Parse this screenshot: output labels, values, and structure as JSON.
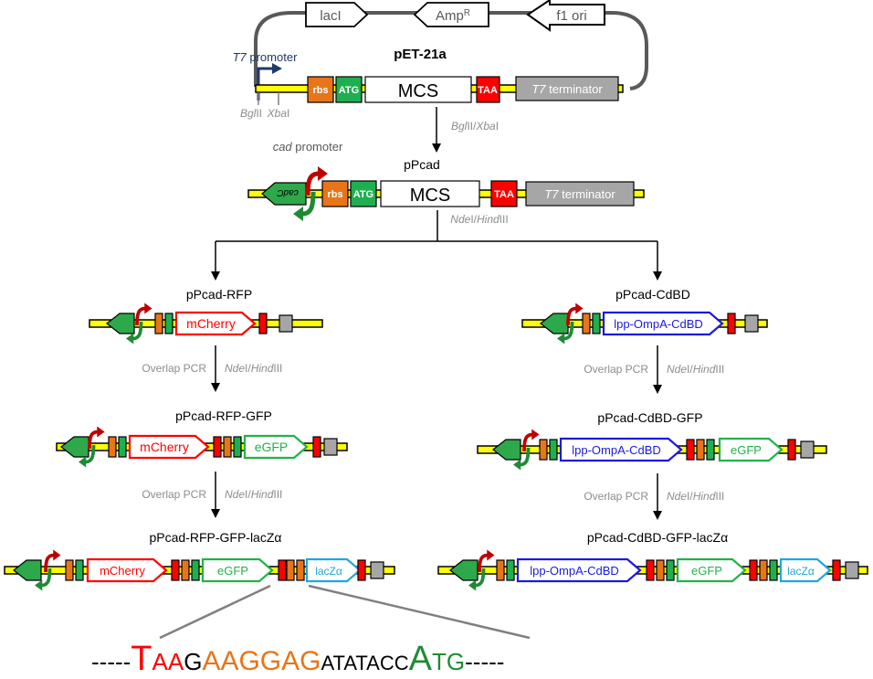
{
  "colors": {
    "yellow": "#FFFF00",
    "rbs": "#E8751A",
    "atg": "#1FAF50",
    "stop": "#FF0000",
    "terminator": "#A6A6A6",
    "promoter_red": "#C00000",
    "promoter_green": "#1E8B34",
    "cadc": "#2DA84A",
    "mcherry": "#FF0000",
    "egfp": "#21B24B",
    "cdbd": "#1A1ADF",
    "lacz": "#1FA6E0",
    "gray_text": "#8C8C8C",
    "arrow": "#000000",
    "t7arrow": "#1F3A6B"
  },
  "plasmid": {
    "name": "pET-21a",
    "lacI": "lacI",
    "ampR": "Amp",
    "ampR_sup": "R",
    "f1": "f1 ori",
    "t7_promoter_italic": "T7",
    "t7_promoter_rest": " promoter",
    "rbs": "rbs",
    "atg": "ATG",
    "mcs": "MCS",
    "taa": "TAA",
    "t7_term_italic": "T7",
    "t7_term_rest": " terminator",
    "bglII_italic": "Bgl",
    "bglII_rest": "II",
    "xbaI_italic": "Xba",
    "xbaI_rest": "I"
  },
  "step1": {
    "enzyme1_italic": "Bgl",
    "enzyme1_rest": "II/",
    "enzyme2_italic": "Xba",
    "enzyme2_rest": "I"
  },
  "ppcad": {
    "name": "pPcad",
    "cad_italic": "cad",
    "cad_rest": " promoter",
    "cadc": "cadC",
    "rbs": "rbs",
    "atg": "ATG",
    "mcs": "MCS",
    "taa": "TAA",
    "t7_term_italic": "T7",
    "t7_term_rest": " terminator"
  },
  "step2": {
    "enzyme1_italic": "Nde",
    "enzyme1_rest": "I/",
    "enzyme2_italic": "Hind",
    "enzyme2_rest": "III"
  },
  "left": {
    "c1_name": "pPcad-RFP",
    "c1_gene": "mCherry",
    "pcr1": "Overlap PCR",
    "pcr1_e1_italic": "Nde",
    "pcr1_e1_rest": "I/",
    "pcr1_e2_italic": "Hind",
    "pcr1_e2_rest": "III",
    "c2_name": "pPcad-RFP-GFP",
    "c2_gene1": "mCherry",
    "c2_gene2": "eGFP",
    "pcr2": "Overlap PCR",
    "pcr2_e1_italic": "Nde",
    "pcr2_e1_rest": "I/",
    "pcr2_e2_italic": "Hind",
    "pcr2_e2_rest": "III",
    "c3_name": "pPcad-RFP-GFP-lacZα",
    "c3_gene1": "mCherry",
    "c3_gene2": "eGFP",
    "c3_gene3": "lacZα"
  },
  "right": {
    "c1_name": "pPcad-CdBD",
    "c1_gene": "lpp-OmpA-CdBD",
    "pcr1": "Overlap PCR",
    "pcr1_e1_italic": "Nde",
    "pcr1_e1_rest": "I/",
    "pcr1_e2_italic": "Hind",
    "pcr1_e2_rest": "III",
    "c2_name": "pPcad-CdBD-GFP",
    "c2_gene1": "lpp-OmpA-CdBD",
    "c2_gene2": "eGFP",
    "pcr2": "Overlap PCR",
    "pcr2_e1_italic": "Nde",
    "pcr2_e1_rest": "I/",
    "pcr2_e2_italic": "Hind",
    "pcr2_e2_rest": "III",
    "c3_name": "pPcad-CdBD-GFP-lacZα",
    "c3_gene1": "lpp-OmpA-CdBD",
    "c3_gene2": "eGFP",
    "c3_gene3": "lacZα"
  },
  "sequence": {
    "dashes_left": "-----",
    "T1": "T",
    "AA": "AA",
    "G1": "G",
    "AAGGAG": "AAGGAG",
    "ATATACC": "ATATACC",
    "A2": "A",
    "T2": "T",
    "G2": "G",
    "dashes_right": "-----"
  }
}
